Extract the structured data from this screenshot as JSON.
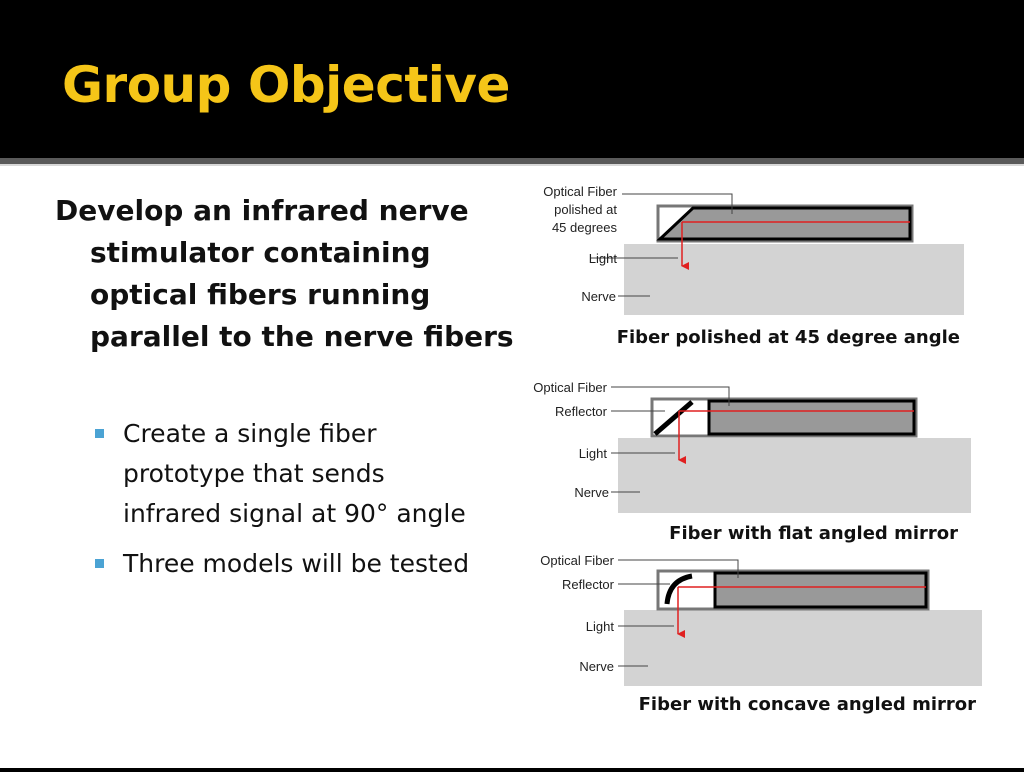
{
  "slide": {
    "title": "Group Objective",
    "main_point": "Develop an infrared nerve stimulator containing optical fibers running parallel to the nerve fibers",
    "bullets": [
      "Create a single fiber prototype that sends infrared signal at 90° angle",
      "Three models will be tested"
    ]
  },
  "diagrams": [
    {
      "label_fiber_1": "Optical Fiber",
      "label_fiber_2": "polished at",
      "label_fiber_3": "45 degrees",
      "label_light": "Light",
      "label_nerve": "Nerve",
      "caption": "Fiber polished at 45 degree angle"
    },
    {
      "label_fiber": "Optical Fiber",
      "label_reflector": "Reflector",
      "label_light": "Light",
      "label_nerve": "Nerve",
      "caption": "Fiber with flat angled mirror"
    },
    {
      "label_fiber": "Optical Fiber",
      "label_reflector": "Reflector",
      "label_light": "Light",
      "label_nerve": "Nerve",
      "caption": "Fiber with concave angled mirror"
    }
  ],
  "colors": {
    "title": "#F5C518",
    "bullet": "#4BA3D4",
    "fiber_fill": "#999999",
    "nerve_fill": "#d3d3d3",
    "beam": "#e02020"
  }
}
